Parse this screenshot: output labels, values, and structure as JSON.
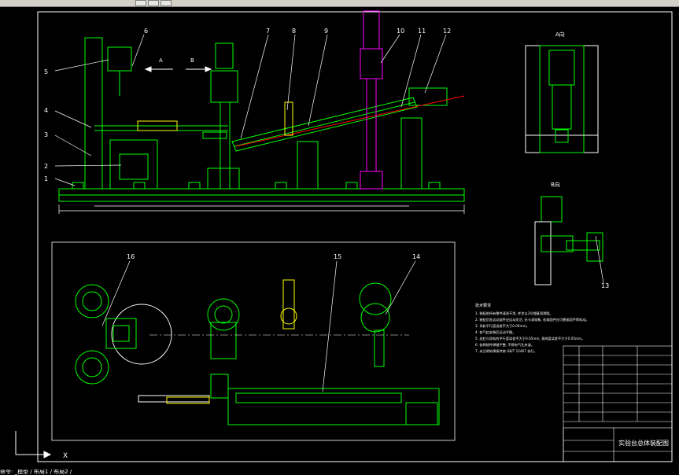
{
  "window": {
    "toolbar_icons": [
      "layer-icon",
      "properties-icon",
      "zoom-icon"
    ]
  },
  "drawing": {
    "title": "实验台总体装配图",
    "part_labels": [
      "1",
      "2",
      "3",
      "4",
      "5",
      "6",
      "7",
      "8",
      "9",
      "10",
      "11",
      "12",
      "13",
      "14",
      "15",
      "16"
    ],
    "view_labels": {
      "direction_a": "A",
      "direction_b": "B",
      "section_a": "A向",
      "section_b": "B向"
    },
    "notes_heading": "技术要求",
    "notes": [
      "1. 装配前所有零件清洗干净, 并涂以3号锂基润滑脂。",
      "2. 装配后各运动部件应运动灵活, 无卡滞现象, 各紧固件应可靠紧固不得松动。",
      "3. 导轨平行度误差不大于0.05mm。",
      "4. 各气缸安装后运动平稳。",
      "5. 丝杠与导轨的平行度误差不大于0.05mm, 直线度误差不大于0.05mm。",
      "6. 各焊接件焊缝平整, 不得有气孔夹渣。",
      "7. 未注明的焊接件按 GB/T 12467 执行。"
    ],
    "colors": {
      "outline": "#00ff00",
      "frame": "#ffffff",
      "column": "#ff00ff",
      "axis": "#ff0000",
      "hatch": "#ffff00",
      "dimension": "#ffffff"
    }
  },
  "command_line": "命令: _模型 / 布局1 / 布局2 /"
}
